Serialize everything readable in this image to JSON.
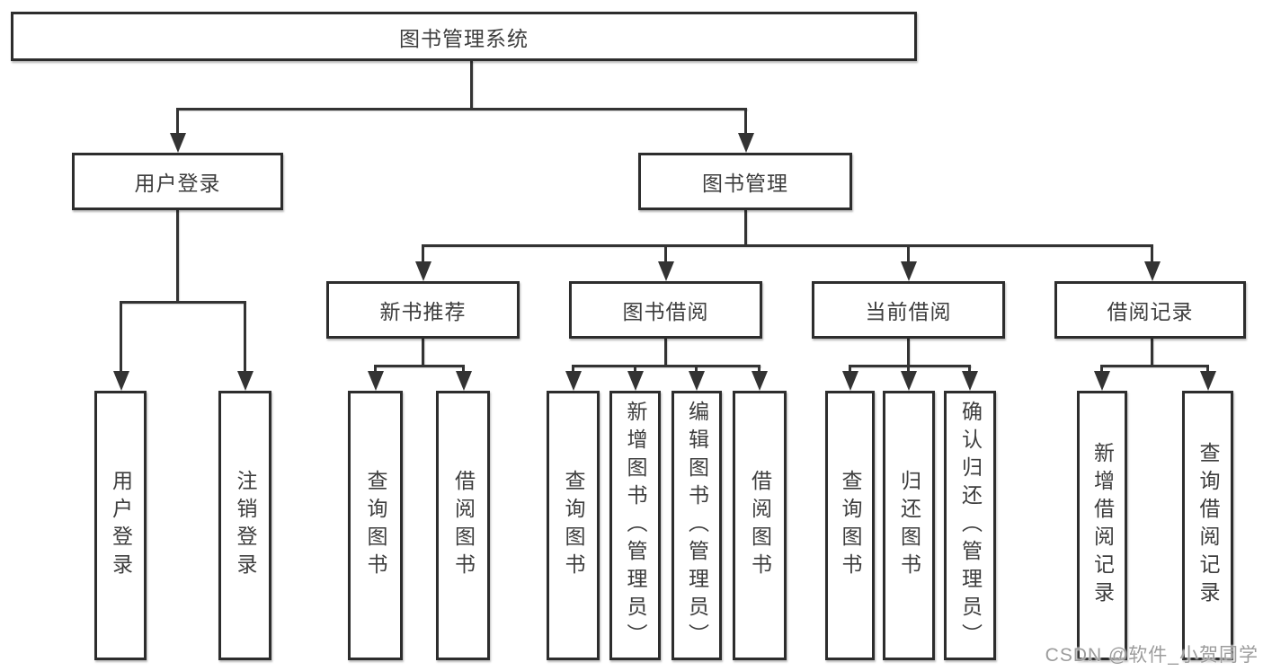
{
  "diagram": {
    "type": "hierarchy-tree",
    "title": "图书管理系统",
    "colors": {
      "background": "#ffffff",
      "line": "#333333",
      "box_border": "#2d2d2d",
      "text": "#3d3d3d",
      "watermark": "#9c9c9c"
    },
    "nodes": {
      "root": {
        "label": "图书管理系统"
      },
      "level2": [
        {
          "label": "用户登录"
        },
        {
          "label": "图书管理"
        }
      ],
      "level3": [
        {
          "label": "新书推荐",
          "parent": "图书管理"
        },
        {
          "label": "图书借阅",
          "parent": "图书管理"
        },
        {
          "label": "当前借阅",
          "parent": "图书管理"
        },
        {
          "label": "借阅记录",
          "parent": "图书管理"
        }
      ],
      "level4": [
        {
          "label": "用户登录",
          "parent": "用户登录"
        },
        {
          "label": "注销登录",
          "parent": "用户登录"
        },
        {
          "label": "查询图书",
          "parent": "新书推荐"
        },
        {
          "label": "借阅图书",
          "parent": "新书推荐"
        },
        {
          "label": "查询图书",
          "parent": "图书借阅"
        },
        {
          "label": "新增图书（管理员）",
          "parent": "图书借阅"
        },
        {
          "label": "编辑图书（管理员）",
          "parent": "图书借阅"
        },
        {
          "label": "借阅图书",
          "parent": "图书借阅"
        },
        {
          "label": "查询图书",
          "parent": "当前借阅"
        },
        {
          "label": "归还图书",
          "parent": "当前借阅"
        },
        {
          "label": "确认归还（管理员）",
          "parent": "当前借阅"
        },
        {
          "label": "新增借阅记录",
          "parent": "借阅记录"
        },
        {
          "label": "查询借阅记录",
          "parent": "借阅记录"
        }
      ]
    }
  },
  "watermark": "CSDN @软件_小贺同学"
}
